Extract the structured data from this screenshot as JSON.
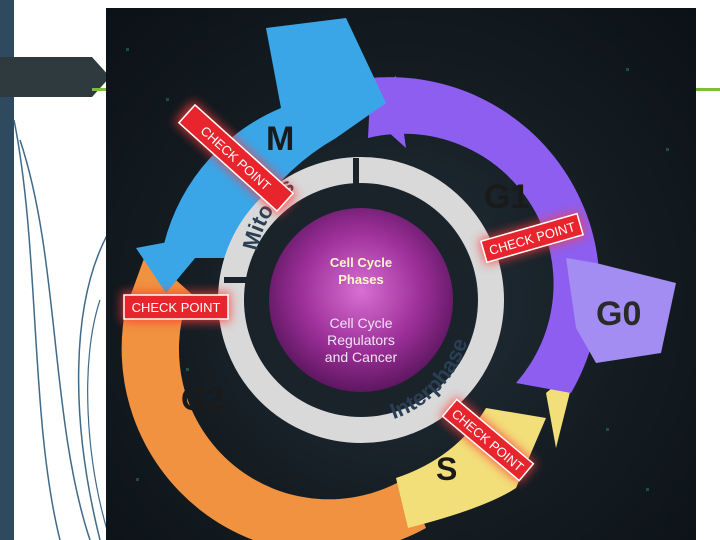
{
  "diagram": {
    "phases": {
      "m": "M",
      "g1": "G1",
      "g0": "G0",
      "s": "S",
      "g2": "G2"
    },
    "ring": {
      "mitosis": "Mitosis",
      "interphase": "Interphase"
    },
    "center": {
      "title_line1": "Cell Cycle",
      "title_line2": "Phases",
      "subtitle_line1": "Cell Cycle",
      "subtitle_line2": "Regulators",
      "subtitle_line3": "and Cancer"
    },
    "checkpoints": {
      "top_left": "CHECK POINT",
      "right": "CHECK POINT",
      "left": "CHECK POINT",
      "bottom_right": "CHECK POINT"
    }
  },
  "colors": {
    "m": "#3aa6e8",
    "g1": "#8e5ef0",
    "g0": "#a38cf2",
    "s": "#f2df7a",
    "g2": "#f0923f",
    "ring": "#d9d9d9",
    "center": "#9b2f98",
    "checkpoint": "#e8242c",
    "accent_green": "#7cbf3a"
  }
}
